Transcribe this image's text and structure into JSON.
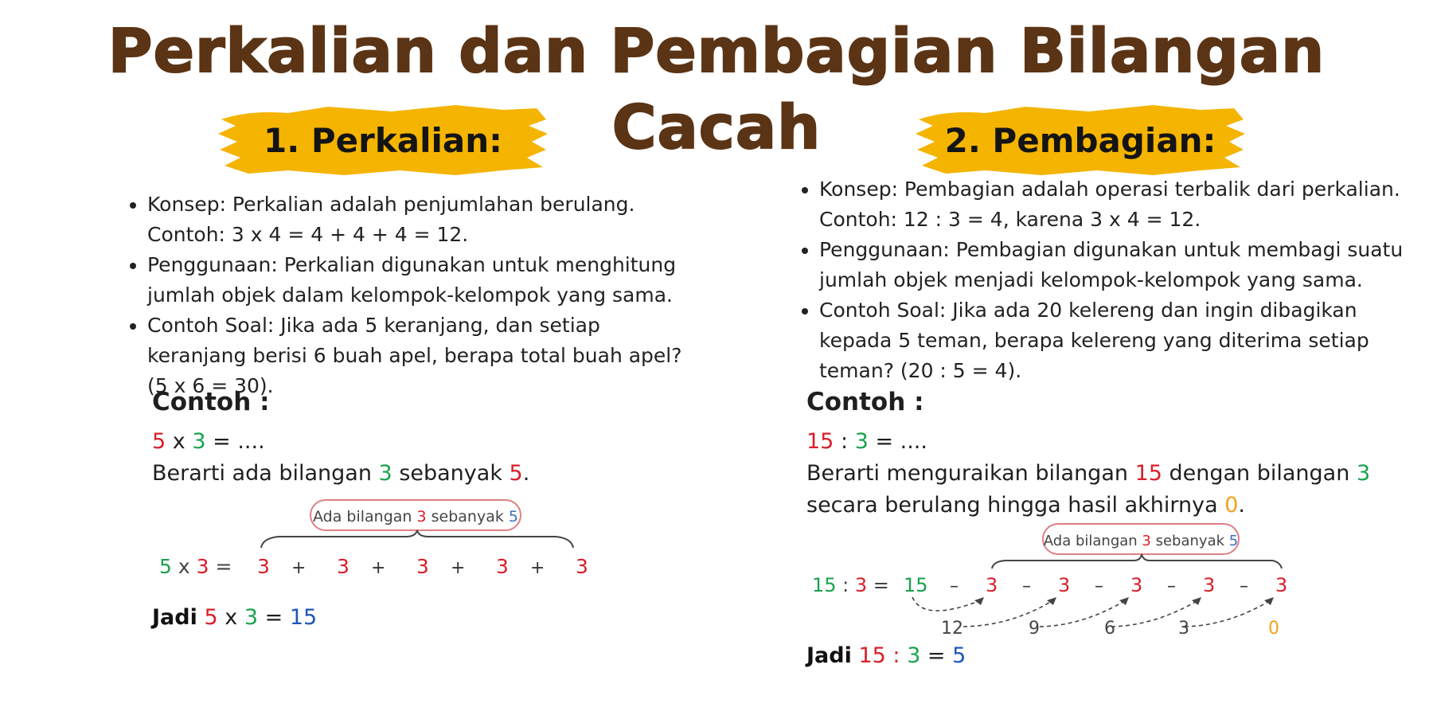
{
  "title": "Perkalian dan Pembagian Bilangan Cacah",
  "colors": {
    "title": "#5b3415",
    "brush": "#f4b400",
    "red": "#d81f2a",
    "green": "#1aa24d",
    "blue": "#1f56b8",
    "orange": "#f4a21a"
  },
  "left": {
    "heading": "1. Perkalian:",
    "bullets": [
      {
        "text": "Konsep: Perkalian adalah penjumlahan berulang."
      },
      {
        "text": "Contoh: 3 x 4 = 4 + 4 + 4 = 12."
      },
      {
        "text": "Penggunaan: Perkalian digunakan untuk menghitung jumlah objek dalam kelompok-kelompok yang sama."
      },
      {
        "text": "Contoh Soal: Jika ada 5 keranjang, dan setiap keranjang berisi 6 buah apel, berapa total buah apel? (5 x 6 = 30)."
      }
    ],
    "contoh_label": "Contoh :",
    "eq": {
      "a": "5",
      "op": "x",
      "b": "3",
      "rest": "= ...."
    },
    "explain": {
      "pre": "Berarti ada bilangan ",
      "b": "3",
      "mid": " sebanyak ",
      "a": "5",
      "post": "."
    },
    "diagram": {
      "bubble_pre": "Ada bilangan ",
      "bubble_n": "3",
      "bubble_mid": " sebanyak ",
      "bubble_k": "5",
      "lhs_a": "5",
      "lhs_op": " x ",
      "lhs_b": "3",
      "lhs_eq": " =",
      "terms": [
        "3",
        "3",
        "3",
        "3",
        "3"
      ],
      "plus": "+"
    },
    "jadi": {
      "label": "Jadi",
      "a": "5",
      "op": "x",
      "b": "3",
      "eq": "=",
      "result": "15"
    }
  },
  "right": {
    "heading": "2. Pembagian:",
    "bullets": [
      {
        "text": "Konsep: Pembagian adalah operasi terbalik dari perkalian. Contoh: 12 : 3 = 4, karena 3 x 4 = 12."
      },
      {
        "text": "Penggunaan: Pembagian digunakan untuk membagi suatu jumlah objek menjadi kelompok-kelompok yang sama."
      },
      {
        "text": "Contoh Soal: Jika ada 20 kelereng dan ingin dibagikan kepada 5 teman, berapa kelereng yang diterima setiap teman? (20 : 5 = 4)."
      }
    ],
    "contoh_label": "Contoh :",
    "eq": {
      "a": "15",
      "op": ":",
      "b": "3",
      "rest": "= ...."
    },
    "explain": {
      "pre": "Berarti menguraikan bilangan ",
      "a": "15",
      "mid": " dengan bilangan ",
      "b": "3",
      "mid2": "secara berulang hingga hasil akhirnya ",
      "zero": "0",
      "post": "."
    },
    "diagram": {
      "bubble_pre": "Ada bilangan ",
      "bubble_n": "3",
      "bubble_mid": " sebanyak ",
      "bubble_k": "5",
      "lhs_a": "15",
      "lhs_op": " : ",
      "lhs_b": "3",
      "lhs_eq": " =",
      "start": "15",
      "terms": [
        "3",
        "3",
        "3",
        "3",
        "3"
      ],
      "minus": "–",
      "remainders": [
        "12",
        "9",
        "6",
        "3",
        "0"
      ]
    },
    "jadi": {
      "label": "Jadi",
      "a": "15",
      "op": ":",
      "b": "3",
      "eq": "=",
      "result": "5"
    }
  }
}
